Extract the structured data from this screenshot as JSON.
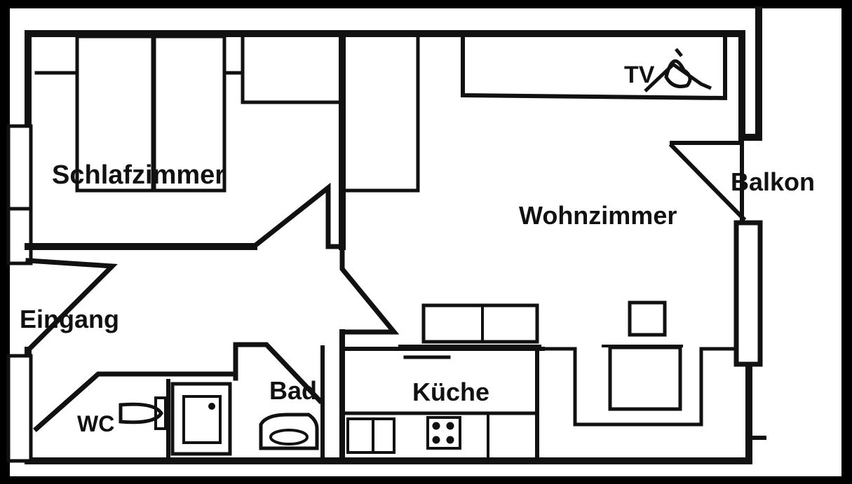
{
  "floorplan": {
    "rooms": {
      "bedroom": "Schlafzimmer",
      "living": "Wohnzimmer",
      "balcony": "Balkon",
      "entrance": "Eingang",
      "bath": "Bad",
      "kitchen": "Küche",
      "wc": "WC",
      "tv": "TV"
    },
    "colors": {
      "paper": "#ffffff",
      "ink": "#111111",
      "frame": "#000000"
    }
  }
}
